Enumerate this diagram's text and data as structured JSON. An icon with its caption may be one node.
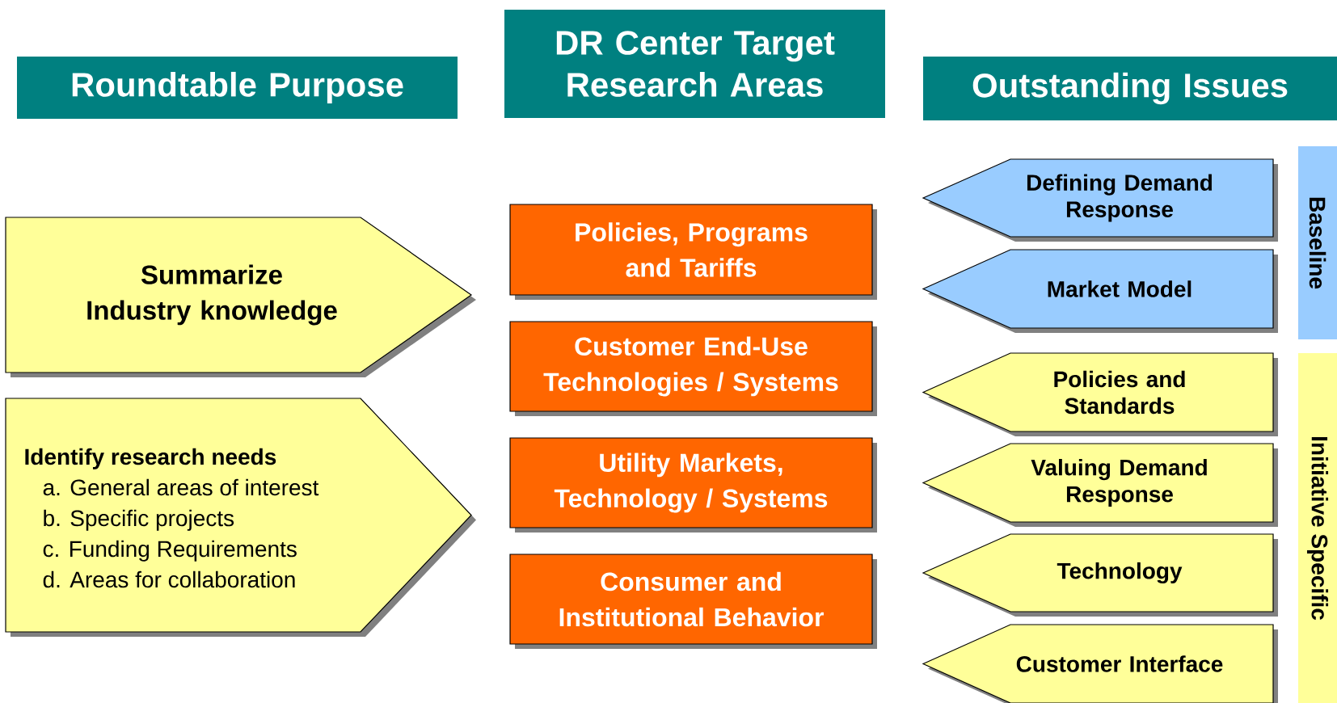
{
  "diagram": {
    "nodes": [
      {
        "text": [
          "Roundtable Purpose"
        ]
      },
      {
        "text": [
          "DR Center Target Research Areas"
        ]
      },
      {
        "text": [
          "Outstanding Issues"
        ]
      },
      {
        "text": [
          "Summarize Industry knowledge"
        ]
      },
      {
        "text": [
          "Identify research needs",
          "a. General areas of interest",
          "b. Specific projects",
          "c. Funding Requirements",
          "d. Areas for collaboration"
        ]
      },
      {
        "text": [
          "Policies, Programs and Tariffs"
        ]
      },
      {
        "text": [
          "Customer End-Use Technologies / Systems"
        ]
      },
      {
        "text": [
          "Utility Markets, Technology / Systems"
        ]
      },
      {
        "text": [
          "Consumer  and Institutional Behavior"
        ]
      },
      {
        "text": [
          "Defining Demand Response"
        ]
      },
      {
        "text": [
          "Market Model"
        ]
      },
      {
        "text": [
          "Policies and Standards"
        ]
      },
      {
        "text": [
          "Valuing Demand Response"
        ]
      },
      {
        "text": [
          "Technology"
        ]
      },
      {
        "text": [
          "Customer Interface"
        ]
      },
      {
        "text": [
          "Baseline"
        ]
      },
      {
        "text": [
          "Initiative Specific"
        ]
      }
    ]
  }
}
